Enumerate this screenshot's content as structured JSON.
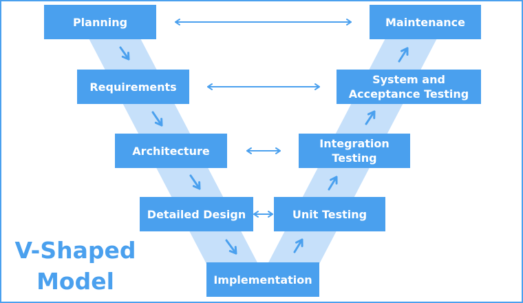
{
  "diagram": {
    "colors": {
      "box": "#4aa0ee",
      "band": "#c6e0fa",
      "arrow": "#4aa0ee",
      "title": "#4aa0ee",
      "border": "#4aa0ee"
    },
    "left_stages": [
      "Planning",
      "Requirements",
      "Architecture",
      "Detailed Design"
    ],
    "bottom_stage": "Implementation",
    "right_stages": [
      "Maintenance",
      "System and\nAcceptance Testing",
      "Integration\nTesting",
      "Unit Testing"
    ],
    "title_line1": "V-Shaped",
    "title_line2": "Model"
  }
}
